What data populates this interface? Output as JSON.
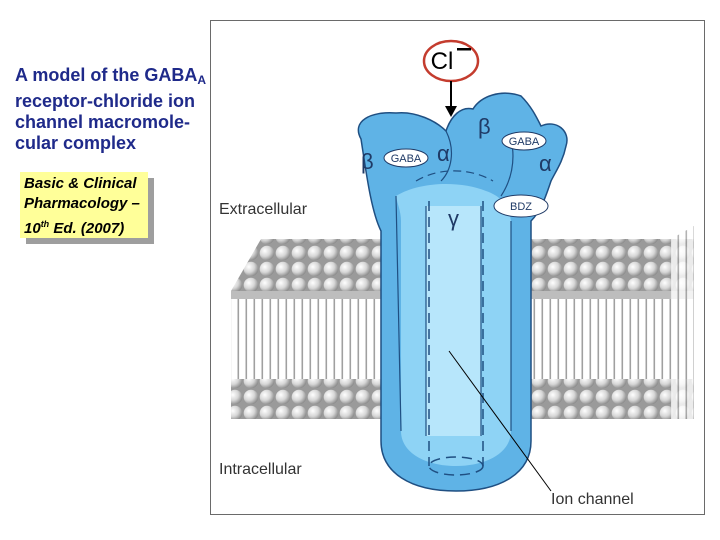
{
  "title": {
    "line1_main": "A model of the GABA",
    "line1_sub": "A",
    "line2": "receptor-chloride ion",
    "line3": "channel macromole-",
    "line4": "cular complex"
  },
  "reference": {
    "line1": "Basic & Clinical",
    "line2": "Pharmacology –",
    "line3_pre": "10",
    "line3_sup": "th",
    "line3_post": " Ed. (2007)"
  },
  "diagram": {
    "ion_label": "Cl",
    "extracellular_label": "Extracellular",
    "intracellular_label": "Intracellular",
    "ion_channel_label": "Ion channel",
    "subunits": {
      "beta_left": "β",
      "alpha_left": "α",
      "beta_right": "β",
      "alpha_right": "α",
      "gamma": "γ"
    },
    "binding_sites": {
      "gaba_left": "GABA",
      "gaba_right": "GABA",
      "bdz": "BDZ"
    }
  }
}
